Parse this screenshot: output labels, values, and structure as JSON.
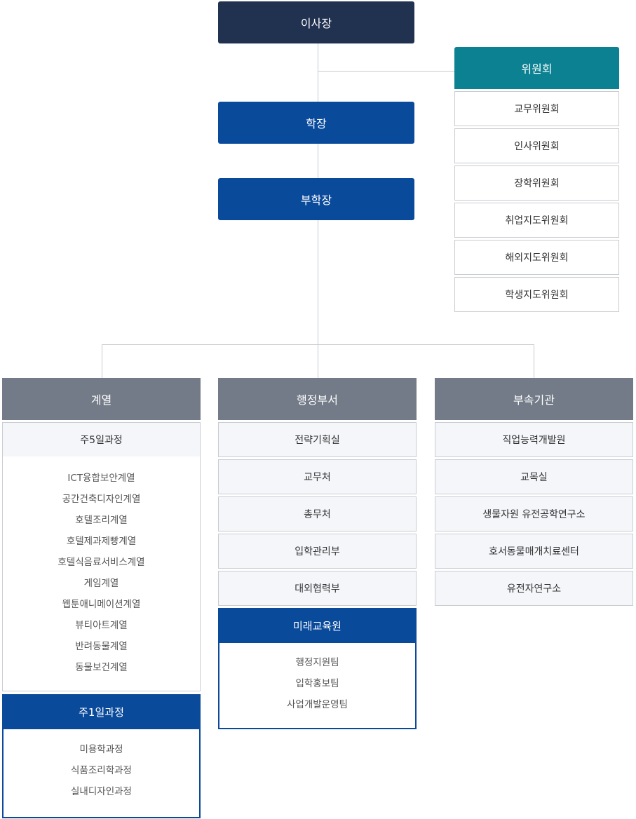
{
  "board_chair": "이사장",
  "president": "학장",
  "vice_president": "부학장",
  "committee": {
    "title": "위원회",
    "items": [
      "교무위원회",
      "인사위원회",
      "장학위원회",
      "취업지도위원회",
      "해외지도위원회",
      "학생지도위원회"
    ]
  },
  "departments": {
    "title": "계열",
    "weekday": {
      "title": "주5일과정",
      "items": [
        "ICT융합보안계열",
        "공간건축디자인계열",
        "호텔조리계열",
        "호텔제과제빵계열",
        "호텔식음료서비스계열",
        "게임계열",
        "웹툰애니메이션계열",
        "뷰티아트계열",
        "반려동물계열",
        "동물보건계열"
      ]
    },
    "weekend": {
      "title": "주1일과정",
      "items": [
        "미용학과정",
        "식품조리학과정",
        "실내디자인과정"
      ]
    }
  },
  "admin": {
    "title": "행정부서",
    "items": [
      "전략기획실",
      "교무처",
      "총무처",
      "입학관리부",
      "대외협력부"
    ],
    "future_edu": {
      "title": "미래교육원",
      "items": [
        "행정지원팀",
        "입학홍보팀",
        "사업개발운영팀"
      ]
    }
  },
  "affiliated": {
    "title": "부속기관",
    "items": [
      "직업능력개발원",
      "교목실",
      "생물자원 유전공학연구소",
      "호서동물매개치료센터",
      "유전자연구소"
    ]
  },
  "colors": {
    "navy": "#213150",
    "blue": "#0a4a9b",
    "teal": "#0b8191",
    "gray": "#737b88",
    "line": "#c8cbd0"
  }
}
